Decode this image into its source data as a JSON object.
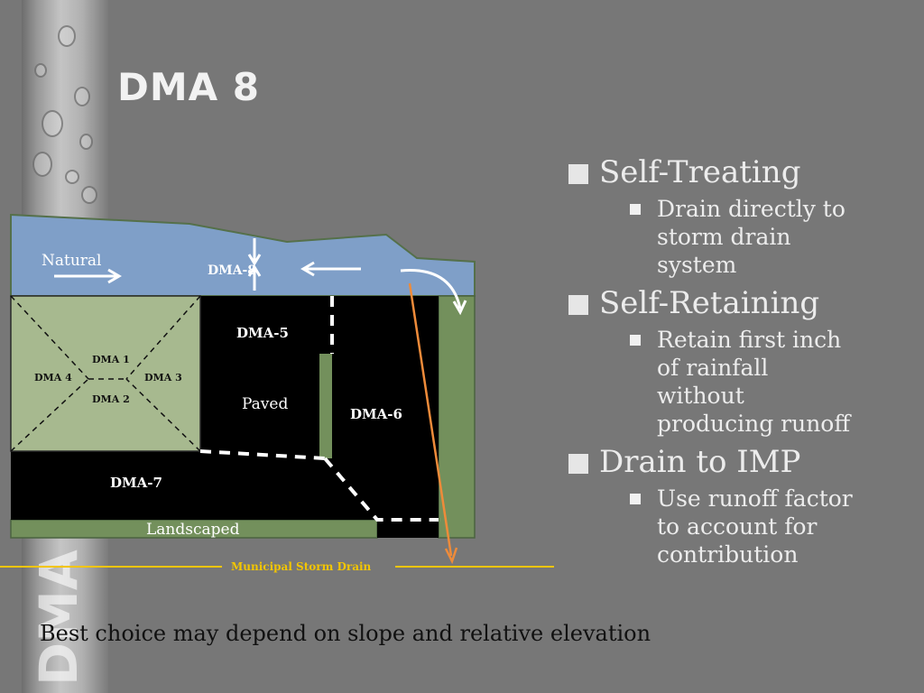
{
  "slide": {
    "title": "DMA 8",
    "side_strip_text": "DMA"
  },
  "bullets": [
    {
      "label": "Self-Treating",
      "sub": [
        "Drain directly to",
        "storm drain",
        "system"
      ]
    },
    {
      "label": "Self-Retaining",
      "sub": [
        "Retain first inch",
        "of rainfall",
        "without",
        "producing runoff"
      ]
    },
    {
      "label": "Drain to IMP",
      "sub": [
        "Use runoff factor",
        "to account for",
        "contribution"
      ]
    }
  ],
  "diagram": {
    "labels": {
      "natural": "Natural",
      "dma8": "DMA-8",
      "dma5": "DMA-5",
      "paved": "Paved",
      "dma6": "DMA-6",
      "dma7": "DMA-7",
      "dma1": "DMA 1",
      "dma2": "DMA 2",
      "dma3": "DMA 3",
      "dma4": "DMA 4",
      "landscaped": "Landscaped",
      "storm_drain": "Municipal Storm Drain"
    },
    "colors": {
      "natural_area": "#7f9fc8",
      "building_area": "#a7b98f",
      "paved_area": "#000000",
      "landscaped_area": "#73905c",
      "storm_drain_line": "#f2c500",
      "flow_arrow": "#ee8b3a"
    }
  },
  "footnote": "Best choice may depend on slope and relative elevation"
}
